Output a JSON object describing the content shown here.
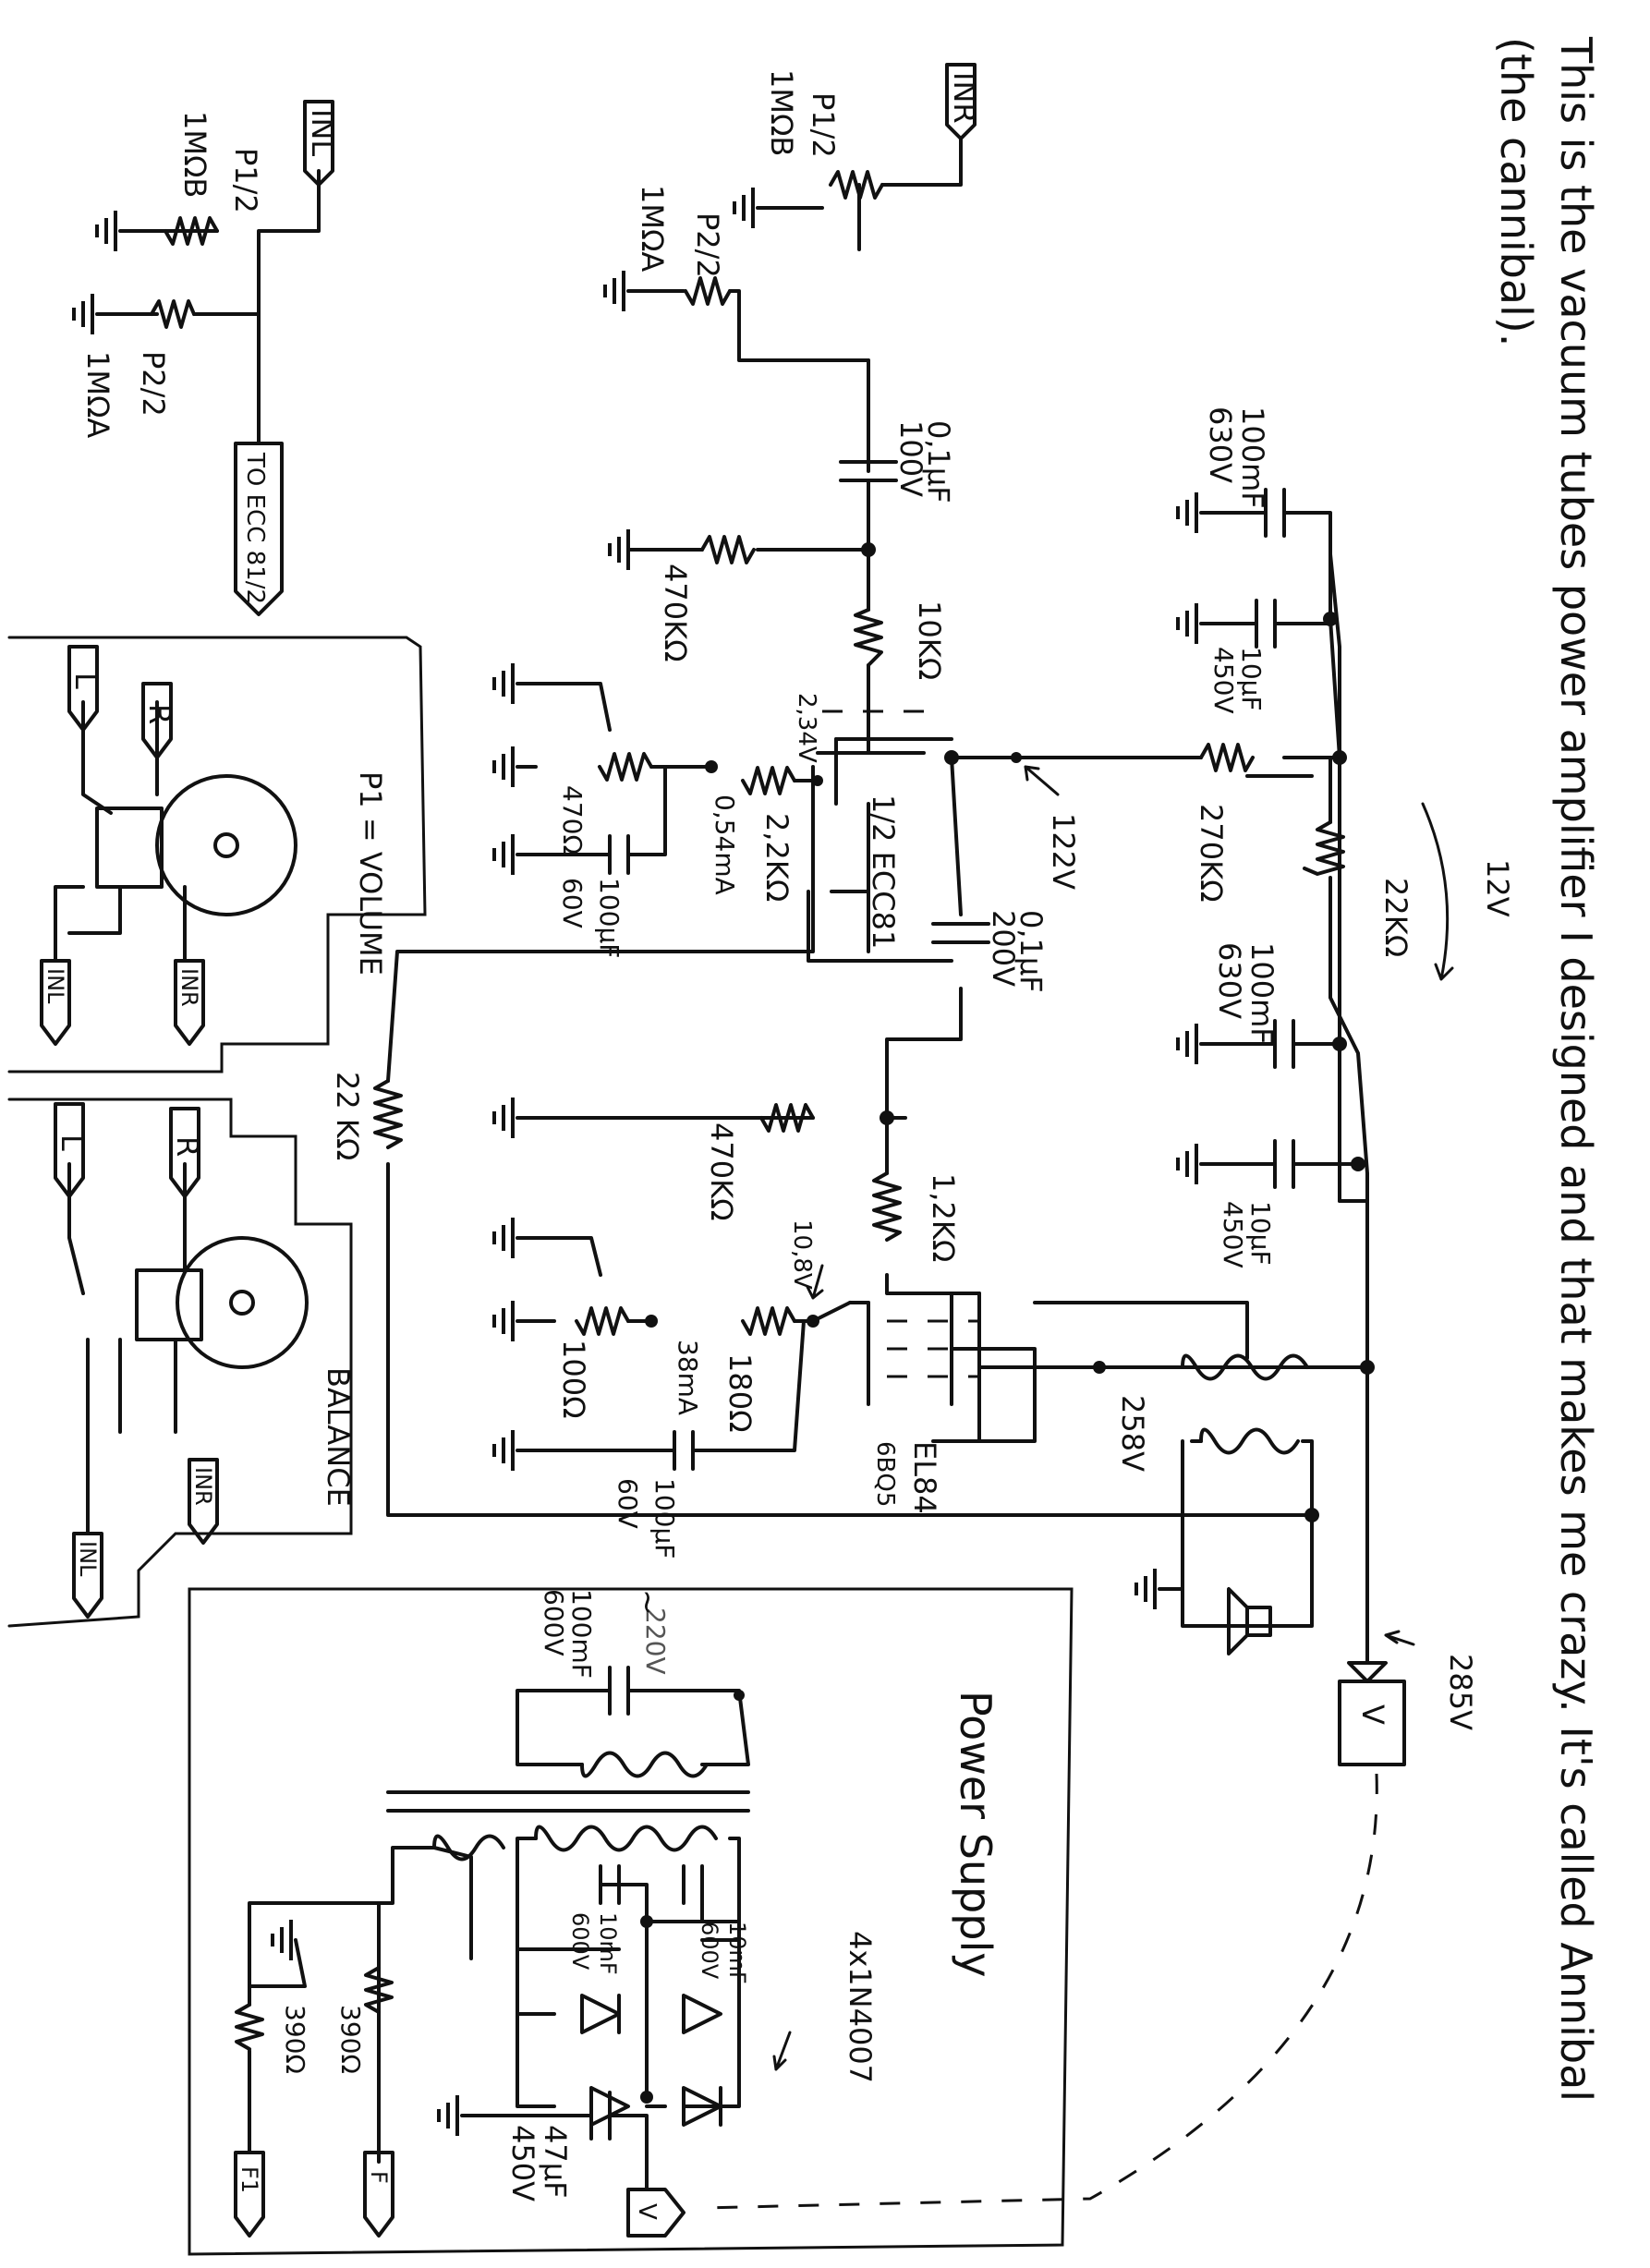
{
  "note": {
    "line1": "This is the vacuum tubes power amplifier I designed and that makes me crazy. It's called Annibal",
    "line2": "(the cannibal)."
  },
  "input_section": {
    "in_l": "INL",
    "in_r": "INR",
    "to_ecc": "TO ECC 81/2",
    "pot_p1_left": "P1/2",
    "pot_p1_left_value": "1MΩB",
    "pot_p2_left": "P2/2",
    "pot_p2_left_value": "1MΩA",
    "pot_p1_right": "P1/2",
    "pot_p1_right_value": "1MΩB",
    "pot_p2_right": "P2/2",
    "pot_p2_right_value": "1MΩA"
  },
  "volume_pot": {
    "l": "L",
    "r": "R",
    "in_l": "INL",
    "in_r": "INR",
    "label": "P1 = VOLUME"
  },
  "balance_pot": {
    "l": "L",
    "r": "R",
    "in_l": "INL",
    "in_r": "INR",
    "label": "BALANCE"
  },
  "preamp": {
    "c_coupling": "0,1µF",
    "c_coupling_v": "100V",
    "r_grid": "470KΩ",
    "r_grid_stop": "10KΩ",
    "tube": "1/2 ECC81",
    "r_anode": "270KΩ",
    "v_anode": "122V",
    "v_cathode": "2,34V",
    "r_cathode": "2,2KΩ",
    "i_cathode": "0,54mA",
    "r_trim": "470Ω",
    "c_cathode": "100µF",
    "c_cathode_v": "60V",
    "c_interstage": "0,1µF",
    "c_interstage_v": "200V"
  },
  "power_stage": {
    "r_grid": "470KΩ",
    "r_grid_stop": "1,2KΩ",
    "r_feedback": "22 KΩ",
    "v_cathode": "10,8V",
    "r_cathode": "180Ω",
    "i_cathode": "38mA",
    "r_trim": "100Ω",
    "c_cathode": "100µF",
    "c_cathode_v": "60V",
    "tube": "EL84",
    "tube_alt": "6BQ5",
    "v_anode": "258V"
  },
  "supply_filter": {
    "c1": "100mF",
    "c1_v": "630V",
    "c2": "10µF",
    "c2_v": "450V",
    "r_drop": "22KΩ",
    "c3": "100mF",
    "c3_v": "630V",
    "c4": "10µF",
    "c4_v": "450V",
    "v_drop": "12V",
    "v_main": "285V",
    "v_conn": "V"
  },
  "power_supply": {
    "title": "Power Supply",
    "c_mains": "100mF",
    "c_mains_v": "600V",
    "mains": "220V",
    "c_a": "10mF",
    "c_a_v": "600V",
    "c_b": "10mF",
    "c_b_v": "600V",
    "diodes": "4x1N4007",
    "r_f1": "390Ω",
    "r_f2": "390Ω",
    "c_res": "47µF",
    "c_res_v": "450V",
    "f1": "F1",
    "f": "F",
    "v": "V"
  }
}
